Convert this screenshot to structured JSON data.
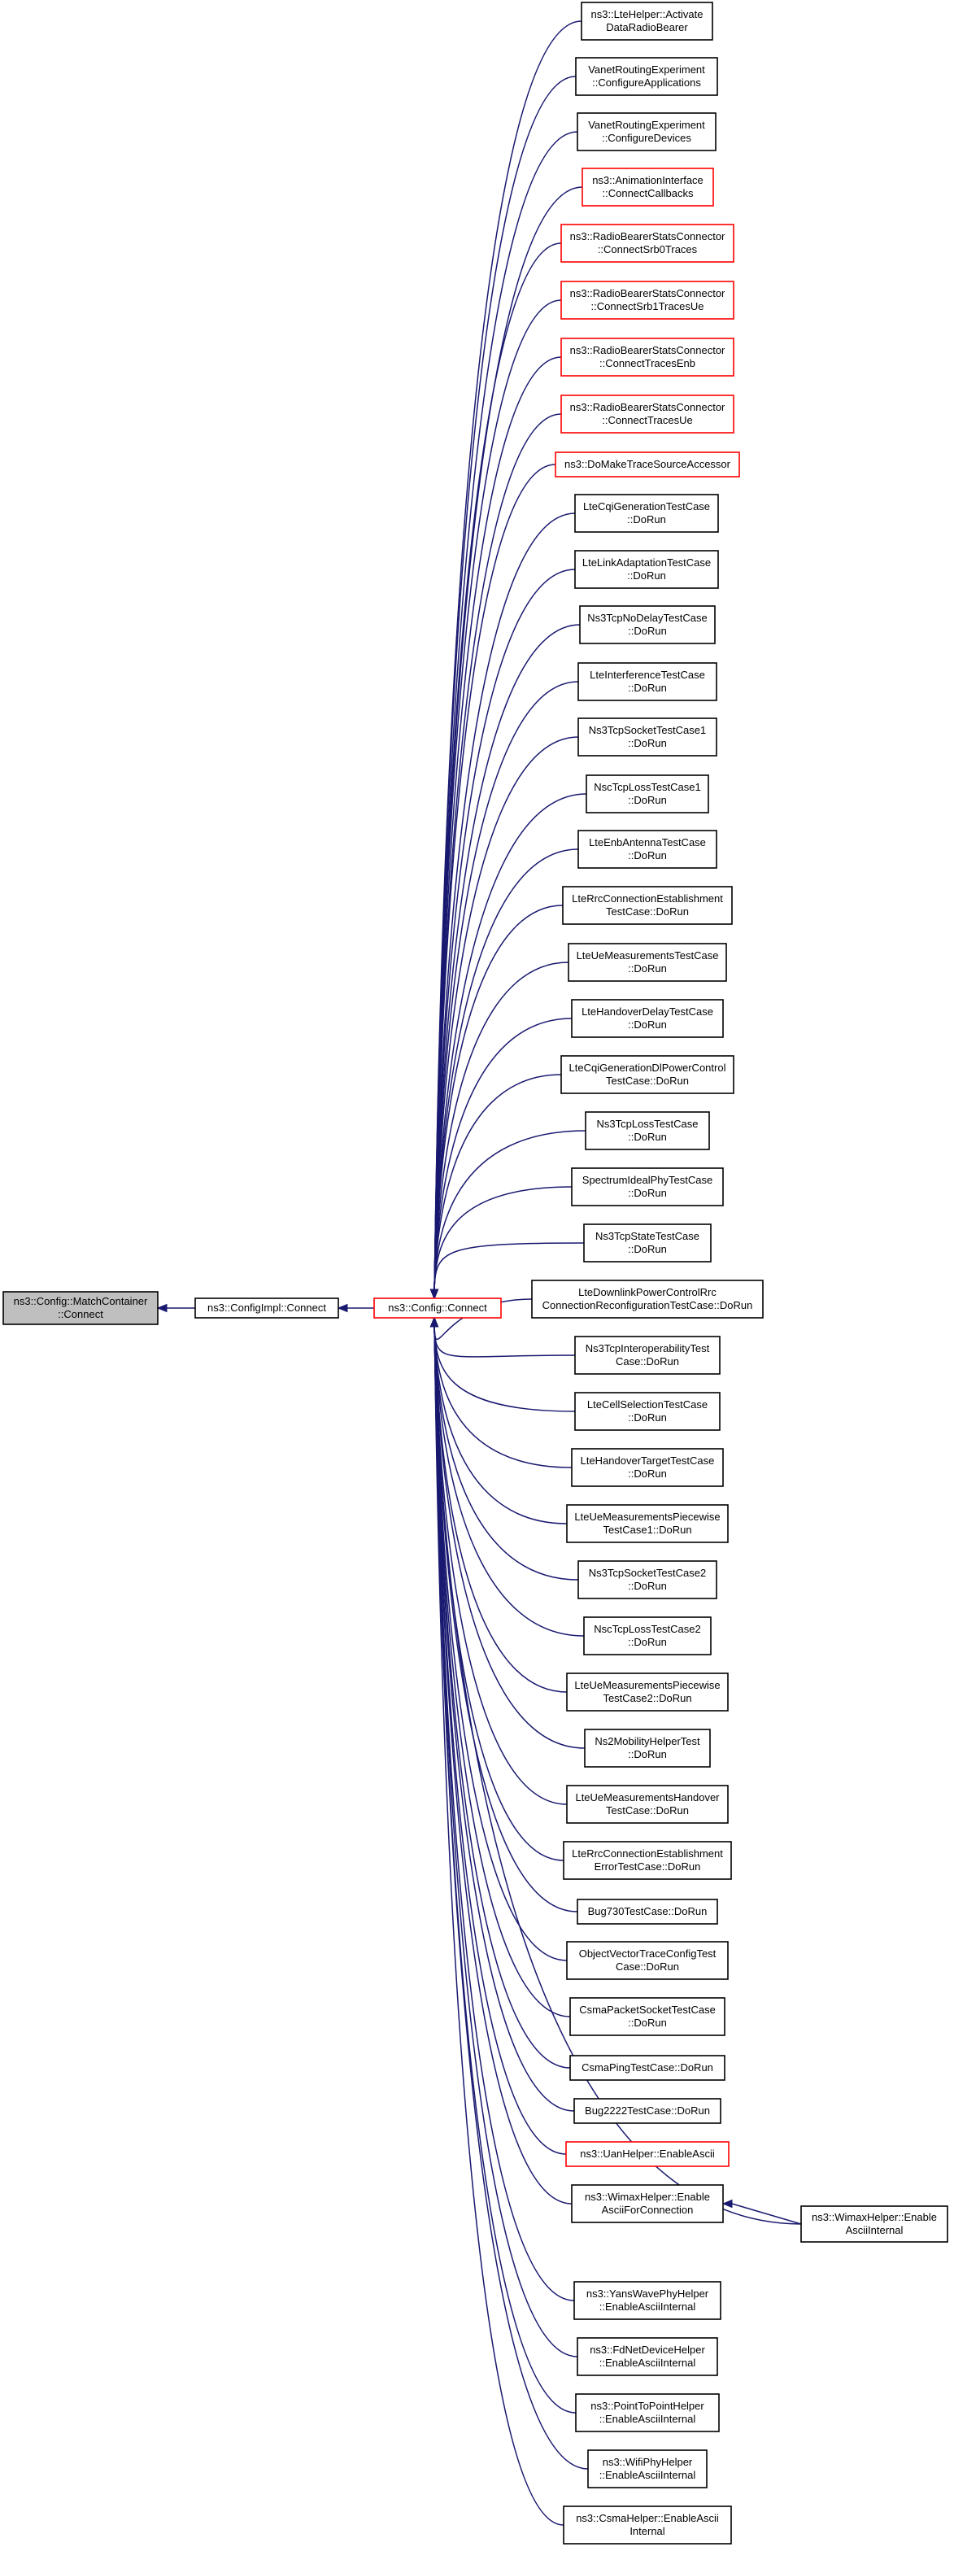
{
  "diagram": {
    "type": "caller-graph",
    "colors": {
      "edge": "#191970",
      "node_border": "#000000",
      "node_border_incomplete": "#ff0000",
      "focus_fill": "#bfbfbf",
      "background": "#ffffff"
    },
    "nodes": [
      {
        "id": "n0",
        "lines": [
          "ns3::Config::MatchContainer",
          "::Connect"
        ],
        "style": "focus"
      },
      {
        "id": "n1",
        "lines": [
          "ns3::ConfigImpl::Connect"
        ],
        "style": "default"
      },
      {
        "id": "n2",
        "lines": [
          "ns3::Config::Connect"
        ],
        "style": "red"
      },
      {
        "id": "c0",
        "lines": [
          "ns3::LteHelper::Activate",
          "DataRadioBearer"
        ],
        "style": "default"
      },
      {
        "id": "c1",
        "lines": [
          "VanetRoutingExperiment",
          "::ConfigureApplications"
        ],
        "style": "default"
      },
      {
        "id": "c2",
        "lines": [
          "VanetRoutingExperiment",
          "::ConfigureDevices"
        ],
        "style": "default"
      },
      {
        "id": "c3",
        "lines": [
          "ns3::AnimationInterface",
          "::ConnectCallbacks"
        ],
        "style": "red"
      },
      {
        "id": "c4",
        "lines": [
          "ns3::RadioBearerStatsConnector",
          "::ConnectSrb0Traces"
        ],
        "style": "red"
      },
      {
        "id": "c5",
        "lines": [
          "ns3::RadioBearerStatsConnector",
          "::ConnectSrb1TracesUe"
        ],
        "style": "red"
      },
      {
        "id": "c6",
        "lines": [
          "ns3::RadioBearerStatsConnector",
          "::ConnectTracesEnb"
        ],
        "style": "red"
      },
      {
        "id": "c7",
        "lines": [
          "ns3::RadioBearerStatsConnector",
          "::ConnectTracesUe"
        ],
        "style": "red"
      },
      {
        "id": "c8",
        "lines": [
          "ns3::DoMakeTraceSourceAccessor"
        ],
        "style": "red"
      },
      {
        "id": "c9",
        "lines": [
          "LteCqiGenerationTestCase",
          "::DoRun"
        ],
        "style": "default"
      },
      {
        "id": "c10",
        "lines": [
          "LteLinkAdaptationTestCase",
          "::DoRun"
        ],
        "style": "default"
      },
      {
        "id": "c11",
        "lines": [
          "Ns3TcpNoDelayTestCase",
          "::DoRun"
        ],
        "style": "default"
      },
      {
        "id": "c12",
        "lines": [
          "LteInterferenceTestCase",
          "::DoRun"
        ],
        "style": "default"
      },
      {
        "id": "c13",
        "lines": [
          "Ns3TcpSocketTestCase1",
          "::DoRun"
        ],
        "style": "default"
      },
      {
        "id": "c14",
        "lines": [
          "NscTcpLossTestCase1",
          "::DoRun"
        ],
        "style": "default"
      },
      {
        "id": "c15",
        "lines": [
          "LteEnbAntennaTestCase",
          "::DoRun"
        ],
        "style": "default"
      },
      {
        "id": "c16",
        "lines": [
          "LteRrcConnectionEstablishment",
          "TestCase::DoRun"
        ],
        "style": "default"
      },
      {
        "id": "c17",
        "lines": [
          "LteUeMeasurementsTestCase",
          "::DoRun"
        ],
        "style": "default"
      },
      {
        "id": "c18",
        "lines": [
          "LteHandoverDelayTestCase",
          "::DoRun"
        ],
        "style": "default"
      },
      {
        "id": "c19",
        "lines": [
          "LteCqiGenerationDlPowerControl",
          "TestCase::DoRun"
        ],
        "style": "default"
      },
      {
        "id": "c20",
        "lines": [
          "Ns3TcpLossTestCase",
          "::DoRun"
        ],
        "style": "default"
      },
      {
        "id": "c21",
        "lines": [
          "SpectrumIdealPhyTestCase",
          "::DoRun"
        ],
        "style": "default"
      },
      {
        "id": "c22",
        "lines": [
          "Ns3TcpStateTestCase",
          "::DoRun"
        ],
        "style": "default"
      },
      {
        "id": "c23",
        "lines": [
          "LteDownlinkPowerControlRrc",
          "ConnectionReconfigurationTestCase::DoRun"
        ],
        "style": "default"
      },
      {
        "id": "c24",
        "lines": [
          "Ns3TcpInteroperabilityTest",
          "Case::DoRun"
        ],
        "style": "default"
      },
      {
        "id": "c25",
        "lines": [
          "LteCellSelectionTestCase",
          "::DoRun"
        ],
        "style": "default"
      },
      {
        "id": "c26",
        "lines": [
          "LteHandoverTargetTestCase",
          "::DoRun"
        ],
        "style": "default"
      },
      {
        "id": "c27",
        "lines": [
          "LteUeMeasurementsPiecewise",
          "TestCase1::DoRun"
        ],
        "style": "default"
      },
      {
        "id": "c28",
        "lines": [
          "Ns3TcpSocketTestCase2",
          "::DoRun"
        ],
        "style": "default"
      },
      {
        "id": "c29",
        "lines": [
          "NscTcpLossTestCase2",
          "::DoRun"
        ],
        "style": "default"
      },
      {
        "id": "c30",
        "lines": [
          "LteUeMeasurementsPiecewise",
          "TestCase2::DoRun"
        ],
        "style": "default"
      },
      {
        "id": "c31",
        "lines": [
          "Ns2MobilityHelperTest",
          "::DoRun"
        ],
        "style": "default"
      },
      {
        "id": "c32",
        "lines": [
          "LteUeMeasurementsHandover",
          "TestCase::DoRun"
        ],
        "style": "default"
      },
      {
        "id": "c33",
        "lines": [
          "LteRrcConnectionEstablishment",
          "ErrorTestCase::DoRun"
        ],
        "style": "default"
      },
      {
        "id": "c34",
        "lines": [
          "Bug730TestCase::DoRun"
        ],
        "style": "default"
      },
      {
        "id": "c35",
        "lines": [
          "ObjectVectorTraceConfigTest",
          "Case::DoRun"
        ],
        "style": "default"
      },
      {
        "id": "c36",
        "lines": [
          "CsmaPacketSocketTestCase",
          "::DoRun"
        ],
        "style": "default"
      },
      {
        "id": "c37",
        "lines": [
          "CsmaPingTestCase::DoRun"
        ],
        "style": "default"
      },
      {
        "id": "c38",
        "lines": [
          "Bug2222TestCase::DoRun"
        ],
        "style": "default"
      },
      {
        "id": "c39",
        "lines": [
          "ns3::UanHelper::EnableAscii"
        ],
        "style": "red"
      },
      {
        "id": "c40",
        "lines": [
          "ns3::WimaxHelper::Enable",
          "AsciiForConnection"
        ],
        "style": "default"
      },
      {
        "id": "w1",
        "lines": [
          "ns3::WimaxHelper::Enable",
          "AsciiInternal"
        ],
        "style": "default"
      },
      {
        "id": "c41",
        "lines": [
          "ns3::YansWavePhyHelper",
          "::EnableAsciiInternal"
        ],
        "style": "default"
      },
      {
        "id": "c42",
        "lines": [
          "ns3::FdNetDeviceHelper",
          "::EnableAsciiInternal"
        ],
        "style": "default"
      },
      {
        "id": "c43",
        "lines": [
          "ns3::PointToPointHelper",
          "::EnableAsciiInternal"
        ],
        "style": "default"
      },
      {
        "id": "c44",
        "lines": [
          "ns3::WifiPhyHelper",
          "::EnableAsciiInternal"
        ],
        "style": "default"
      },
      {
        "id": "c45",
        "lines": [
          "ns3::CsmaHelper::EnableAscii",
          "Internal"
        ],
        "style": "default"
      }
    ],
    "edges": [
      {
        "from": "n1",
        "to": "n0"
      },
      {
        "from": "n2",
        "to": "n1"
      },
      {
        "from": "c0",
        "to": "n2"
      },
      {
        "from": "c1",
        "to": "n2"
      },
      {
        "from": "c2",
        "to": "n2"
      },
      {
        "from": "c3",
        "to": "n2"
      },
      {
        "from": "c4",
        "to": "n2"
      },
      {
        "from": "c5",
        "to": "n2"
      },
      {
        "from": "c6",
        "to": "n2"
      },
      {
        "from": "c7",
        "to": "n2"
      },
      {
        "from": "c8",
        "to": "n2"
      },
      {
        "from": "c9",
        "to": "n2"
      },
      {
        "from": "c10",
        "to": "n2"
      },
      {
        "from": "c11",
        "to": "n2"
      },
      {
        "from": "c12",
        "to": "n2"
      },
      {
        "from": "c13",
        "to": "n2"
      },
      {
        "from": "c14",
        "to": "n2"
      },
      {
        "from": "c15",
        "to": "n2"
      },
      {
        "from": "c16",
        "to": "n2"
      },
      {
        "from": "c17",
        "to": "n2"
      },
      {
        "from": "c18",
        "to": "n2"
      },
      {
        "from": "c19",
        "to": "n2"
      },
      {
        "from": "c20",
        "to": "n2"
      },
      {
        "from": "c21",
        "to": "n2"
      },
      {
        "from": "c22",
        "to": "n2"
      },
      {
        "from": "c23",
        "to": "n2"
      },
      {
        "from": "c24",
        "to": "n2"
      },
      {
        "from": "c25",
        "to": "n2"
      },
      {
        "from": "c26",
        "to": "n2"
      },
      {
        "from": "c27",
        "to": "n2"
      },
      {
        "from": "c28",
        "to": "n2"
      },
      {
        "from": "c29",
        "to": "n2"
      },
      {
        "from": "c30",
        "to": "n2"
      },
      {
        "from": "c31",
        "to": "n2"
      },
      {
        "from": "c32",
        "to": "n2"
      },
      {
        "from": "c33",
        "to": "n2"
      },
      {
        "from": "c34",
        "to": "n2"
      },
      {
        "from": "c35",
        "to": "n2"
      },
      {
        "from": "c36",
        "to": "n2"
      },
      {
        "from": "c37",
        "to": "n2"
      },
      {
        "from": "c38",
        "to": "n2"
      },
      {
        "from": "c39",
        "to": "n2"
      },
      {
        "from": "c40",
        "to": "n2"
      },
      {
        "from": "w1",
        "to": "c40"
      },
      {
        "from": "w1",
        "to": "n2"
      },
      {
        "from": "c41",
        "to": "n2"
      },
      {
        "from": "c42",
        "to": "n2"
      },
      {
        "from": "c43",
        "to": "n2"
      },
      {
        "from": "c44",
        "to": "n2"
      },
      {
        "from": "c45",
        "to": "n2"
      }
    ]
  }
}
